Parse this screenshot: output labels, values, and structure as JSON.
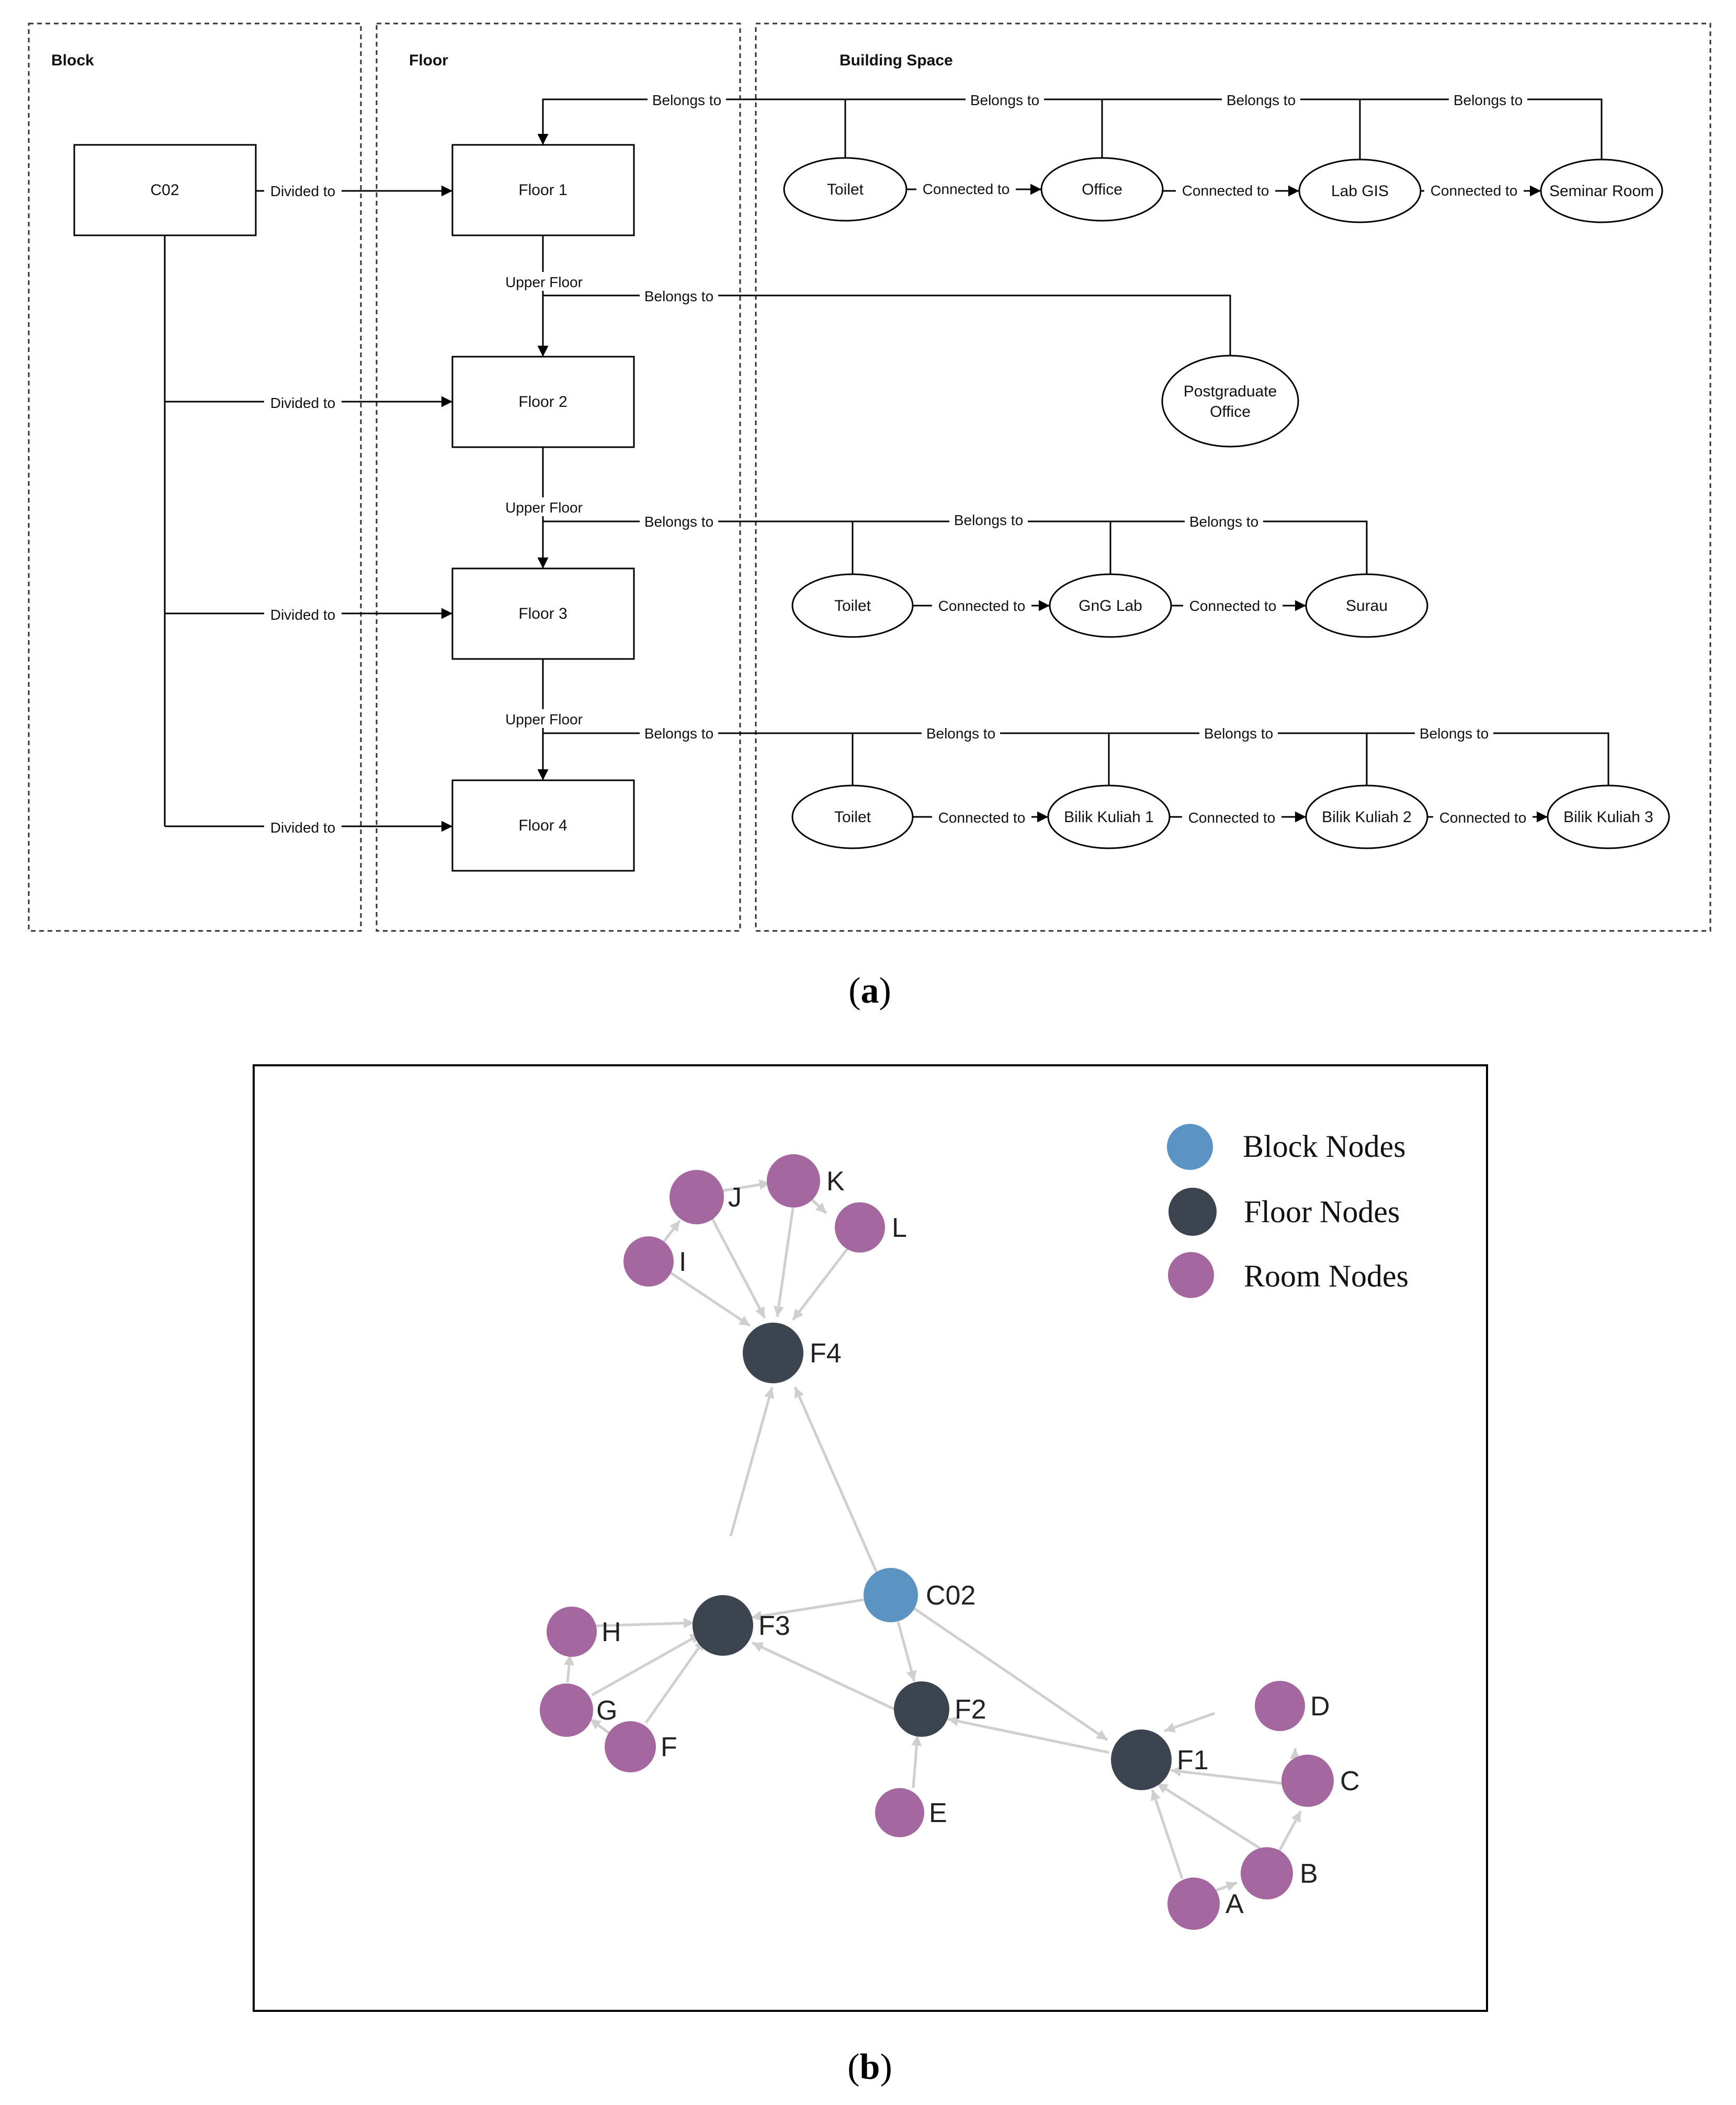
{
  "panel_a": {
    "caption": "a",
    "sections": [
      "Block",
      "Floor",
      "Building Space"
    ],
    "block": "C02",
    "floors": [
      "Floor 1",
      "Floor 2",
      "Floor 3",
      "Floor 4"
    ],
    "edge_labels": {
      "divided": "Divided to",
      "upper": "Upper Floor",
      "belongs": "Belongs to",
      "connected": "Connected to"
    },
    "floor1_rooms": [
      "Toilet",
      "Office",
      "Lab GIS",
      "Seminar Room"
    ],
    "floor2_rooms": [
      "Postgraduate",
      "Office"
    ],
    "floor3_rooms": [
      "Toilet",
      "GnG Lab",
      "Surau"
    ],
    "floor4_rooms": [
      "Toilet",
      "Bilik Kuliah 1",
      "Bilik Kuliah 2",
      "Bilik Kuliah 3"
    ]
  },
  "panel_b": {
    "caption": "b",
    "legend": [
      {
        "label": "Block Nodes",
        "color": "#5b93c2"
      },
      {
        "label": "Floor Nodes",
        "color": "#3c454f"
      },
      {
        "label": "Room Nodes",
        "color": "#a5679f"
      }
    ],
    "nodes": {
      "C02": "C02",
      "F1": "F1",
      "F2": "F2",
      "F3": "F3",
      "F4": "F4",
      "A": "A",
      "B": "B",
      "C": "C",
      "D": "D",
      "E": "E",
      "F": "F",
      "G": "G",
      "H": "H",
      "I": "I",
      "J": "J",
      "K": "K",
      "L": "L"
    },
    "colors": {
      "edge": "#cfcfcf",
      "block": "#5b93c2",
      "floor": "#3c454f",
      "room": "#a5679f"
    }
  }
}
